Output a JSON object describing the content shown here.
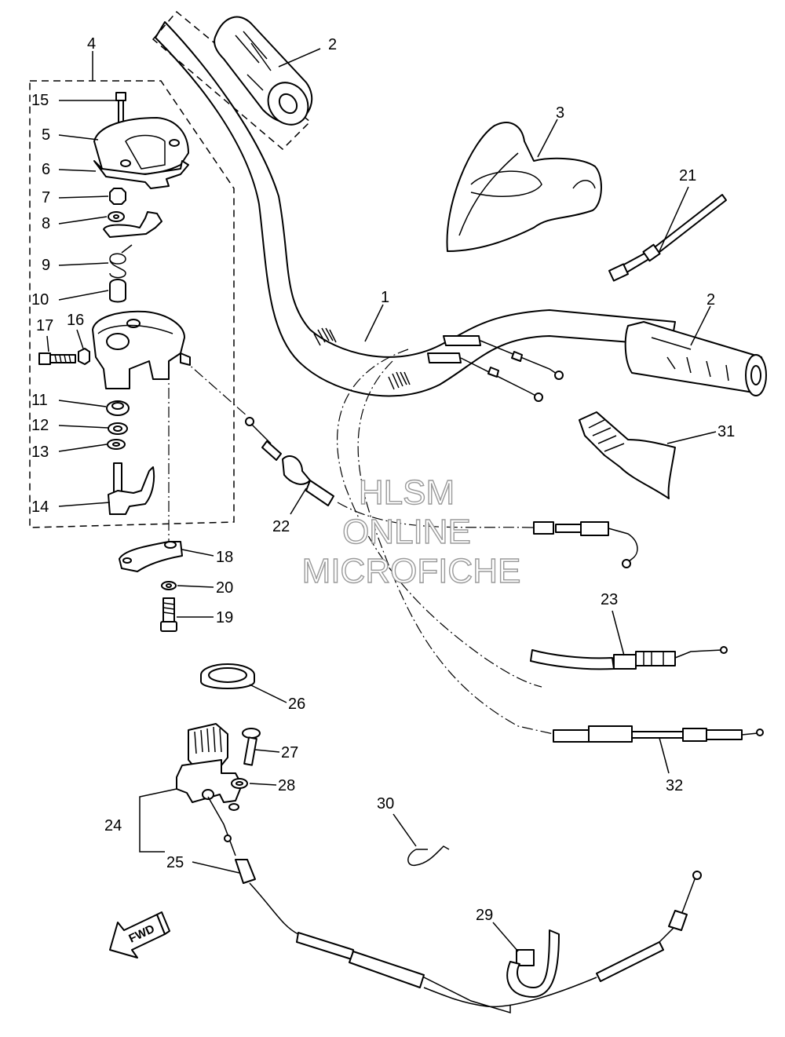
{
  "callouts": [
    {
      "id": "c1",
      "text": "1"
    },
    {
      "id": "c2a",
      "text": "2"
    },
    {
      "id": "c2b",
      "text": "2"
    },
    {
      "id": "c3",
      "text": "3"
    },
    {
      "id": "c4",
      "text": "4"
    },
    {
      "id": "c5",
      "text": "5"
    },
    {
      "id": "c6",
      "text": "6"
    },
    {
      "id": "c7",
      "text": "7"
    },
    {
      "id": "c8",
      "text": "8"
    },
    {
      "id": "c9",
      "text": "9"
    },
    {
      "id": "c10",
      "text": "10"
    },
    {
      "id": "c11",
      "text": "11"
    },
    {
      "id": "c12",
      "text": "12"
    },
    {
      "id": "c13",
      "text": "13"
    },
    {
      "id": "c14",
      "text": "14"
    },
    {
      "id": "c15",
      "text": "15"
    },
    {
      "id": "c16",
      "text": "16"
    },
    {
      "id": "c17",
      "text": "17"
    },
    {
      "id": "c18",
      "text": "18"
    },
    {
      "id": "c19",
      "text": "19"
    },
    {
      "id": "c20",
      "text": "20"
    },
    {
      "id": "c21",
      "text": "21"
    },
    {
      "id": "c22",
      "text": "22"
    },
    {
      "id": "c23",
      "text": "23"
    },
    {
      "id": "c24",
      "text": "24"
    },
    {
      "id": "c25",
      "text": "25"
    },
    {
      "id": "c26",
      "text": "26"
    },
    {
      "id": "c27",
      "text": "27"
    },
    {
      "id": "c28",
      "text": "28"
    },
    {
      "id": "c29",
      "text": "29"
    },
    {
      "id": "c30",
      "text": "30"
    },
    {
      "id": "c31",
      "text": "31"
    },
    {
      "id": "c32",
      "text": "32"
    }
  ],
  "watermark": {
    "line1": "HLSM",
    "line2": "ONLINE",
    "line3": "MICROFICHE"
  },
  "direction_arrow": {
    "label": "FWD"
  }
}
